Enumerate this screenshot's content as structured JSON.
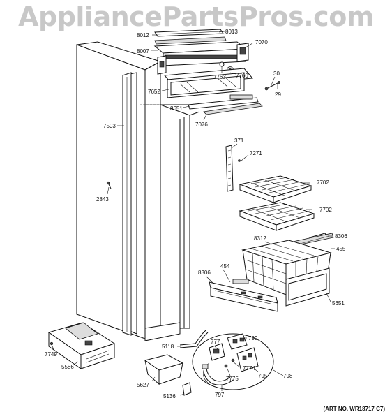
{
  "watermark": "AppliancePartsPros.com",
  "art_number": "(ART NO. WR18717 C7)",
  "part_labels": {
    "p8012": "8012",
    "p8013": "8013",
    "p8007": "8007",
    "p7070": "7070",
    "p7763": "7763",
    "p7760": "7760",
    "p30": "30",
    "p29": "29",
    "p7652": "7652",
    "p8651": "8651",
    "p7076": "7076",
    "p7503": "7503",
    "p371": "371",
    "p7271": "7271",
    "p7702a": "7702",
    "p7702b": "7702",
    "p2843": "2843",
    "p8312": "8312",
    "p8306a": "8306",
    "p455": "455",
    "p8306b": "8306",
    "p454": "454",
    "p5651": "5651",
    "p799": "799",
    "p777": "777",
    "p5118": "5118",
    "p7774": "7774",
    "p7775": "7775",
    "p795": "795",
    "p798": "798",
    "p7749": "7749",
    "p5586": "5586",
    "p5627": "5627",
    "p797": "797",
    "p5136": "5136"
  }
}
